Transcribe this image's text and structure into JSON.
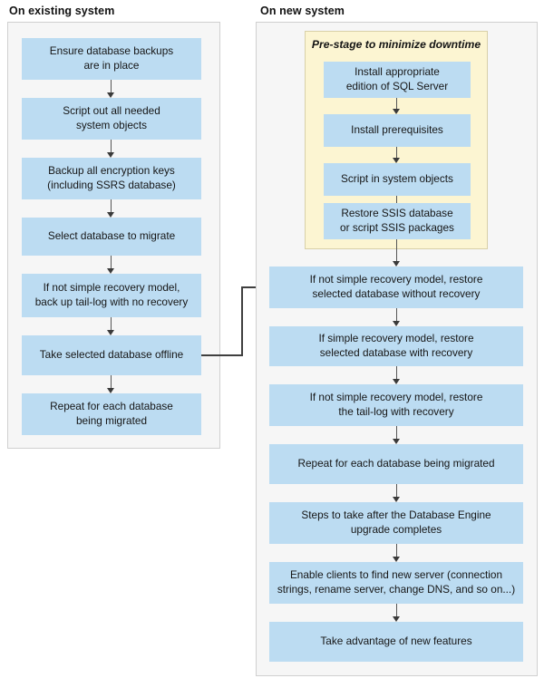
{
  "diagram": {
    "title_existing": "On existing system",
    "title_new": "On new system",
    "colors": {
      "node_fill": "#bcdcf2",
      "panel_fill": "#f6f6f6",
      "panel_border": "#d0d0d0",
      "stage_fill": "#fcf5d2",
      "stage_border": "#d8d0a8",
      "connector": "#3f3f3f",
      "text": "#161616"
    }
  },
  "existing_system": {
    "label": "On existing system",
    "nodes": [
      {
        "id": "ensure-backups",
        "text": "Ensure database backups\nare in place"
      },
      {
        "id": "script-objects",
        "text": "Script out all needed\nsystem objects"
      },
      {
        "id": "backup-keys",
        "text": "Backup all encryption keys\n(including SSRS database)"
      },
      {
        "id": "select-database",
        "text": "Select database to migrate"
      },
      {
        "id": "backup-tail-log",
        "text": "If not simple recovery model,\nback up tail-log with no recovery"
      },
      {
        "id": "take-offline",
        "text": "Take selected database offline"
      },
      {
        "id": "repeat-each-db",
        "text": "Repeat for each database\nbeing migrated"
      }
    ]
  },
  "new_system": {
    "label": "On new system",
    "stage": {
      "id": "pre-stage",
      "label": "Pre-stage to minimize downtime",
      "nodes": [
        {
          "id": "install-sql-server",
          "text": "Install appropriate\nedition of SQL Server"
        },
        {
          "id": "install-prerequisites",
          "text": "Install prerequisites"
        },
        {
          "id": "script-in-objects",
          "text": "Script in system objects"
        },
        {
          "id": "restore-ssis",
          "text": "Restore SSIS database\nor script SSIS packages"
        }
      ]
    },
    "nodes": [
      {
        "id": "restore-without-recovery",
        "text": "If not simple recovery model, restore\nselected database without recovery"
      },
      {
        "id": "restore-with-recovery",
        "text": "If simple recovery model, restore\nselected database with recovery"
      },
      {
        "id": "restore-tail-log",
        "text": "If not simple recovery model, restore\nthe tail-log with recovery"
      },
      {
        "id": "repeat-each-db-new",
        "text": "Repeat for each database being migrated"
      },
      {
        "id": "post-upgrade-steps",
        "text": "Steps to take after the Database Engine\nupgrade completes"
      },
      {
        "id": "enable-clients",
        "text": "Enable clients to find new server (connection\nstrings, rename server, change DNS, and so on...)"
      },
      {
        "id": "new-features",
        "text": "Take advantage of new features"
      }
    ]
  }
}
